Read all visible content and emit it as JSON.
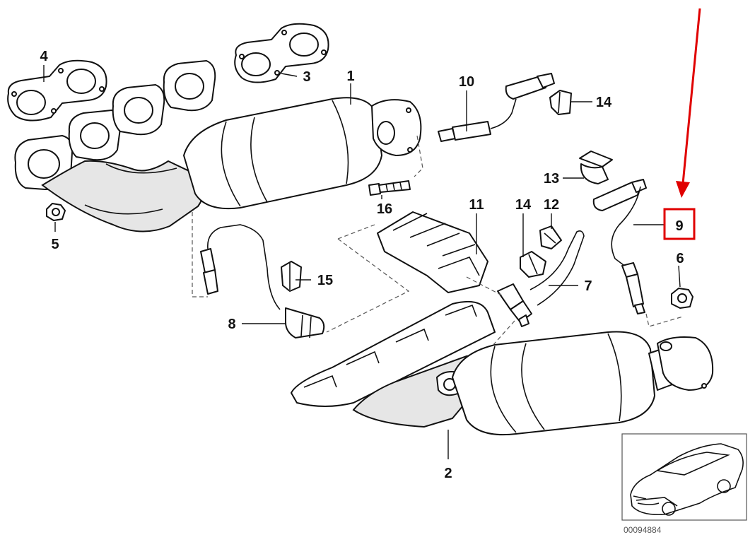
{
  "diagram": {
    "callouts": [
      "1",
      "2",
      "3",
      "4",
      "5",
      "6",
      "7",
      "8",
      "9",
      "10",
      "11",
      "12",
      "13",
      "14",
      "14",
      "15",
      "16"
    ],
    "highlighted_callout": "9",
    "highlight_color": "#e00000",
    "reference_number": "00094884"
  }
}
